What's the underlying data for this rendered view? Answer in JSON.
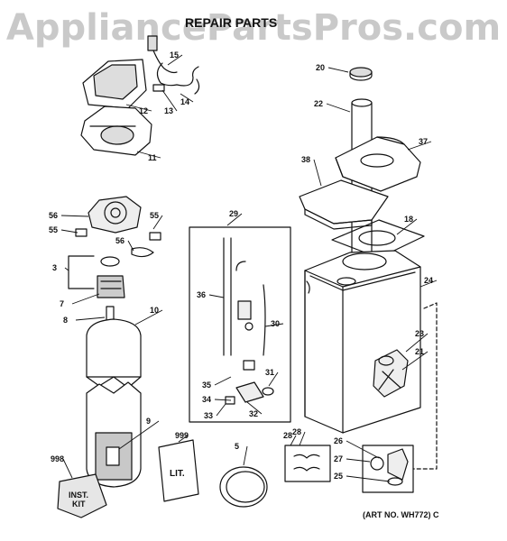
{
  "header": {
    "watermark": "AppliancePartsPros.com",
    "title": "REPAIR PARTS"
  },
  "callouts": [
    {
      "id": "c20",
      "label": "20"
    },
    {
      "id": "c22",
      "label": "22"
    },
    {
      "id": "c37",
      "label": "37"
    },
    {
      "id": "c38",
      "label": "38"
    },
    {
      "id": "c18",
      "label": "18"
    },
    {
      "id": "c24",
      "label": "24"
    },
    {
      "id": "c23",
      "label": "23"
    },
    {
      "id": "c21",
      "label": "21"
    },
    {
      "id": "c15",
      "label": "15"
    },
    {
      "id": "c14",
      "label": "14"
    },
    {
      "id": "c13",
      "label": "13"
    },
    {
      "id": "c12",
      "label": "12"
    },
    {
      "id": "c11",
      "label": "11"
    },
    {
      "id": "c56a",
      "label": "56"
    },
    {
      "id": "c55a",
      "label": "55"
    },
    {
      "id": "c55b",
      "label": "55"
    },
    {
      "id": "c56b",
      "label": "56"
    },
    {
      "id": "c3",
      "label": "3"
    },
    {
      "id": "c7",
      "label": "7"
    },
    {
      "id": "c8",
      "label": "8"
    },
    {
      "id": "c10",
      "label": "10"
    },
    {
      "id": "c9",
      "label": "9"
    },
    {
      "id": "c29",
      "label": "29"
    },
    {
      "id": "c36",
      "label": "36"
    },
    {
      "id": "c30",
      "label": "30"
    },
    {
      "id": "c35",
      "label": "35"
    },
    {
      "id": "c34",
      "label": "34"
    },
    {
      "id": "c33",
      "label": "33"
    },
    {
      "id": "c32",
      "label": "32"
    },
    {
      "id": "c31",
      "label": "31"
    },
    {
      "id": "c999",
      "label": "999"
    },
    {
      "id": "c5",
      "label": "5"
    },
    {
      "id": "c998",
      "label": "998"
    },
    {
      "id": "c28a",
      "label": "28"
    },
    {
      "id": "c28b",
      "label": "28"
    },
    {
      "id": "c26",
      "label": "26"
    },
    {
      "id": "c27",
      "label": "27"
    },
    {
      "id": "c25",
      "label": "25"
    }
  ],
  "labels": {
    "lit": "LIT.",
    "inst_line1": "INST.",
    "inst_line2": "KIT"
  },
  "footer": {
    "art_no": "(ART NO. WH772) C"
  }
}
